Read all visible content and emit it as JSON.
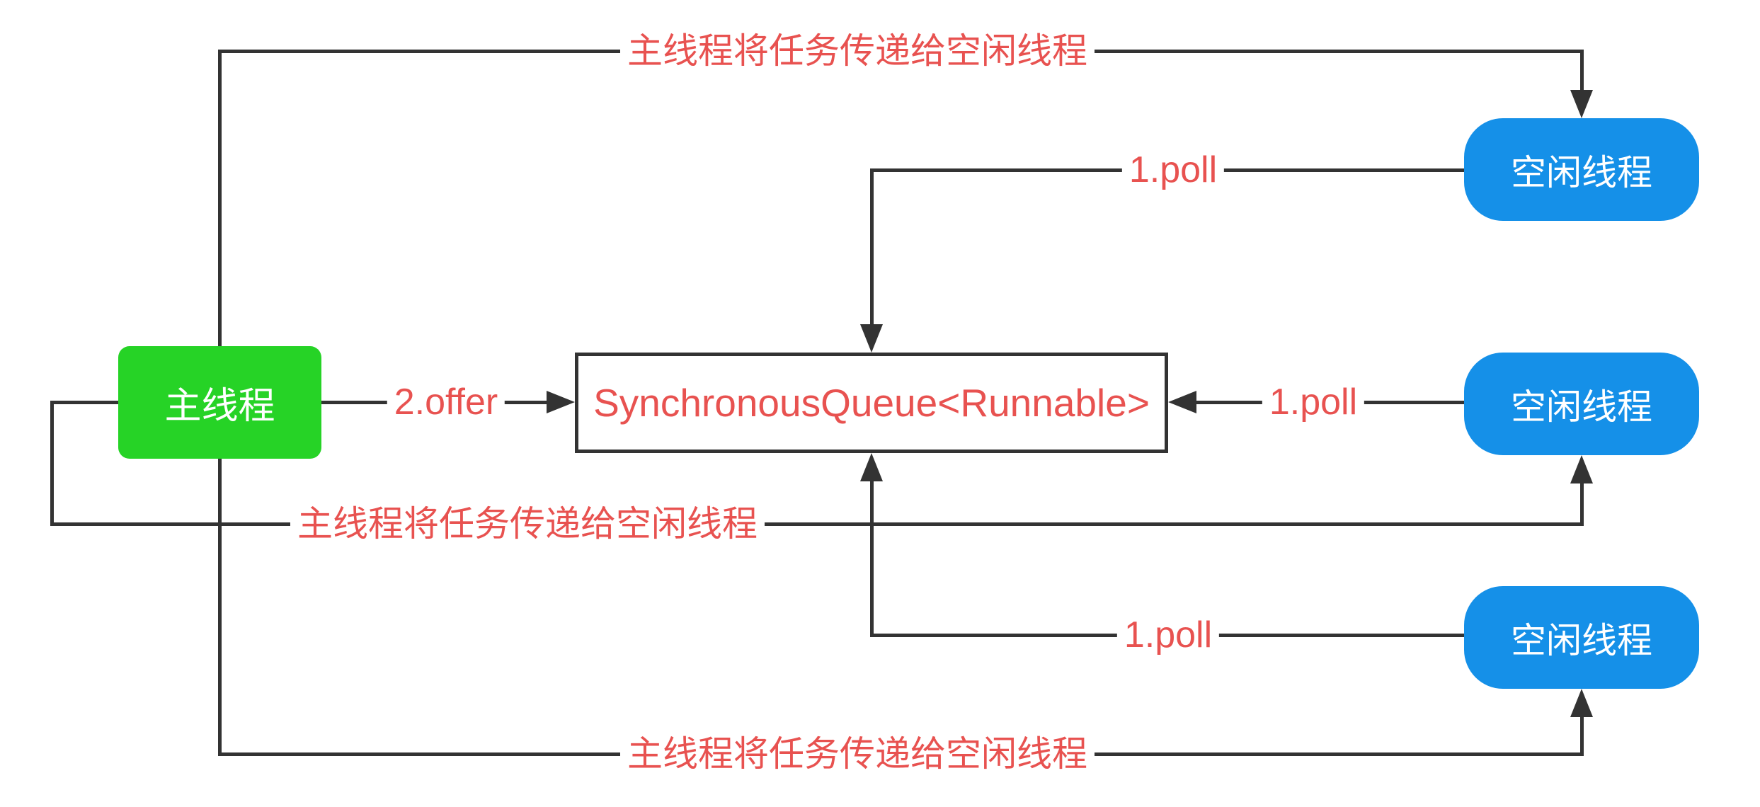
{
  "diagram": {
    "nodes": {
      "main_thread": {
        "label": "主线程"
      },
      "queue": {
        "label": "SynchronousQueue<Runnable>"
      },
      "idle_thread_top": {
        "label": "空闲线程"
      },
      "idle_thread_middle": {
        "label": "空闲线程"
      },
      "idle_thread_bottom": {
        "label": "空闲线程"
      }
    },
    "edges": {
      "transfer_top": {
        "label": "主线程将任务传递给空闲线程"
      },
      "poll_top": {
        "label": "1.poll"
      },
      "offer": {
        "label": "2.offer"
      },
      "poll_middle": {
        "label": "1.poll"
      },
      "transfer_middle": {
        "label": "主线程将任务传递给空闲线程"
      },
      "poll_bottom": {
        "label": "1.poll"
      },
      "transfer_bottom": {
        "label": "主线程将任务传递给空闲线程"
      }
    },
    "colors": {
      "main_thread_green": "#26d326",
      "idle_thread_blue": "#1590e8",
      "label_red": "#e85250",
      "line_dark": "#333333",
      "queue_background": "#ffffff"
    }
  }
}
